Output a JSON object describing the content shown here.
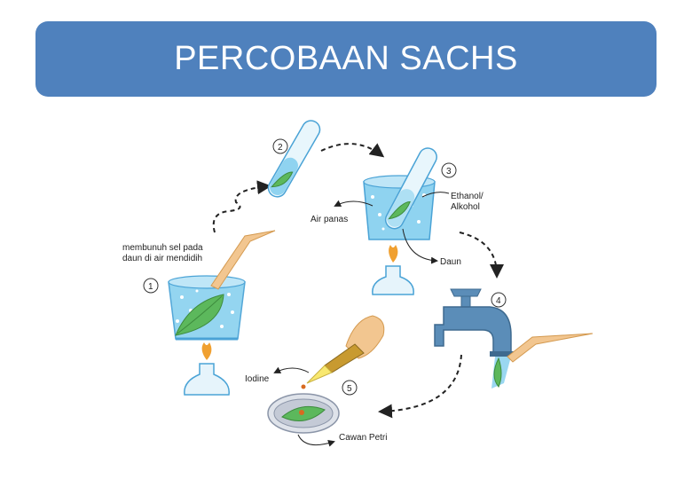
{
  "title": "PERCOBAAN SACHS",
  "steps": [
    "1",
    "2",
    "3",
    "4",
    "5"
  ],
  "labels": {
    "boil_line1": "membunuh sel pada",
    "boil_line2": "daun di air mendidih",
    "hot_water": "Air panas",
    "ethanol_line1": "Ethanol/",
    "ethanol_line2": "Alkohol",
    "leaf": "Daun",
    "iodine": "Iodine",
    "petri": "Cawan Petri"
  },
  "colors": {
    "title_bg": "#4f81bd",
    "water": "#8fd3f0",
    "leaf": "#5cb85c",
    "faucet": "#5b8db8",
    "flame": "#f0a030",
    "skin": "#f2c690"
  }
}
